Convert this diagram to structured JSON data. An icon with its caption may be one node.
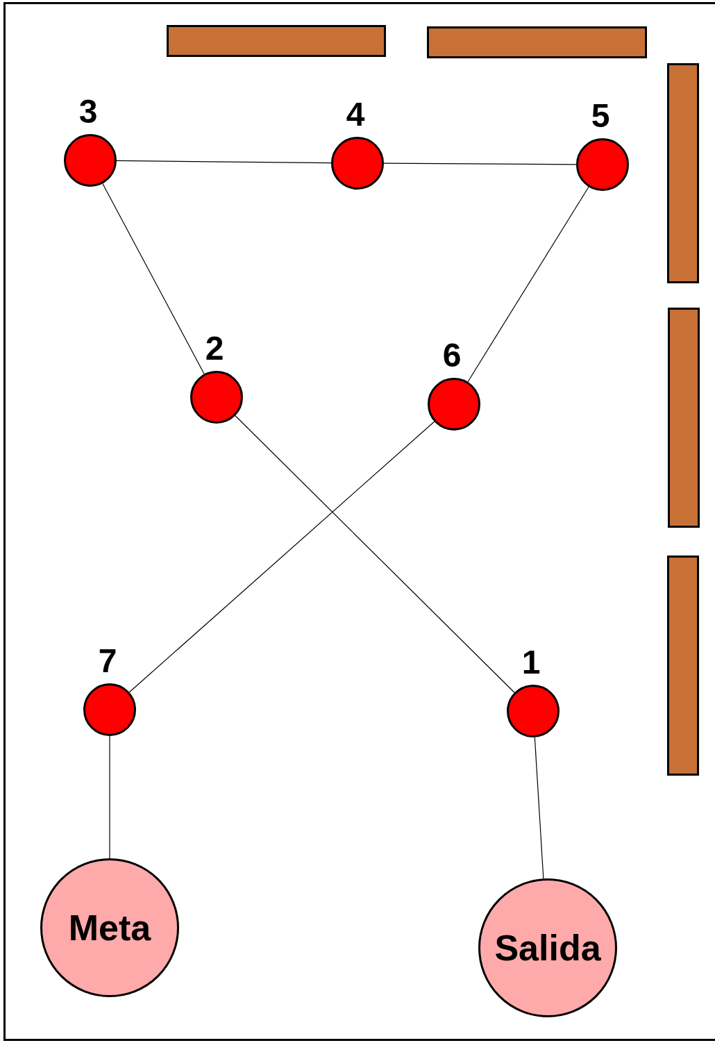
{
  "diagram": {
    "nodes": [
      {
        "text": [],
        "shape": "circle",
        "beside": [
          "3"
        ]
      },
      {
        "text": [],
        "shape": "circle",
        "beside": [
          "4"
        ]
      },
      {
        "text": [],
        "shape": "circle",
        "beside": [
          "5"
        ]
      },
      {
        "text": [],
        "shape": "circle",
        "beside": [
          "2"
        ]
      },
      {
        "text": [],
        "shape": "circle",
        "beside": [
          "6"
        ]
      },
      {
        "text": [],
        "shape": "circle",
        "beside": [
          "7"
        ]
      },
      {
        "text": [],
        "shape": "circle",
        "beside": [
          "1"
        ]
      },
      {
        "text": [
          "Meta"
        ]
      },
      {
        "text": [
          "Salida"
        ]
      },
      {
        "text": [],
        "shape": "bar"
      },
      {
        "text": [],
        "shape": "bar"
      },
      {
        "text": [],
        "shape": "bar"
      },
      {
        "text": [],
        "shape": "bar"
      },
      {
        "text": [],
        "shape": "bar"
      }
    ],
    "edges": [
      {
        "from": 8,
        "to": 6,
        "arrow": "none"
      },
      {
        "from": 6,
        "to": 3,
        "arrow": "none"
      },
      {
        "from": 3,
        "to": 0,
        "arrow": "none"
      },
      {
        "from": 0,
        "to": 1,
        "arrow": "none"
      },
      {
        "from": 1,
        "to": 2,
        "arrow": "none"
      },
      {
        "from": 2,
        "to": 4,
        "arrow": "none"
      },
      {
        "from": 4,
        "to": 5,
        "arrow": "none"
      },
      {
        "from": 5,
        "to": 7,
        "arrow": "none"
      }
    ]
  }
}
